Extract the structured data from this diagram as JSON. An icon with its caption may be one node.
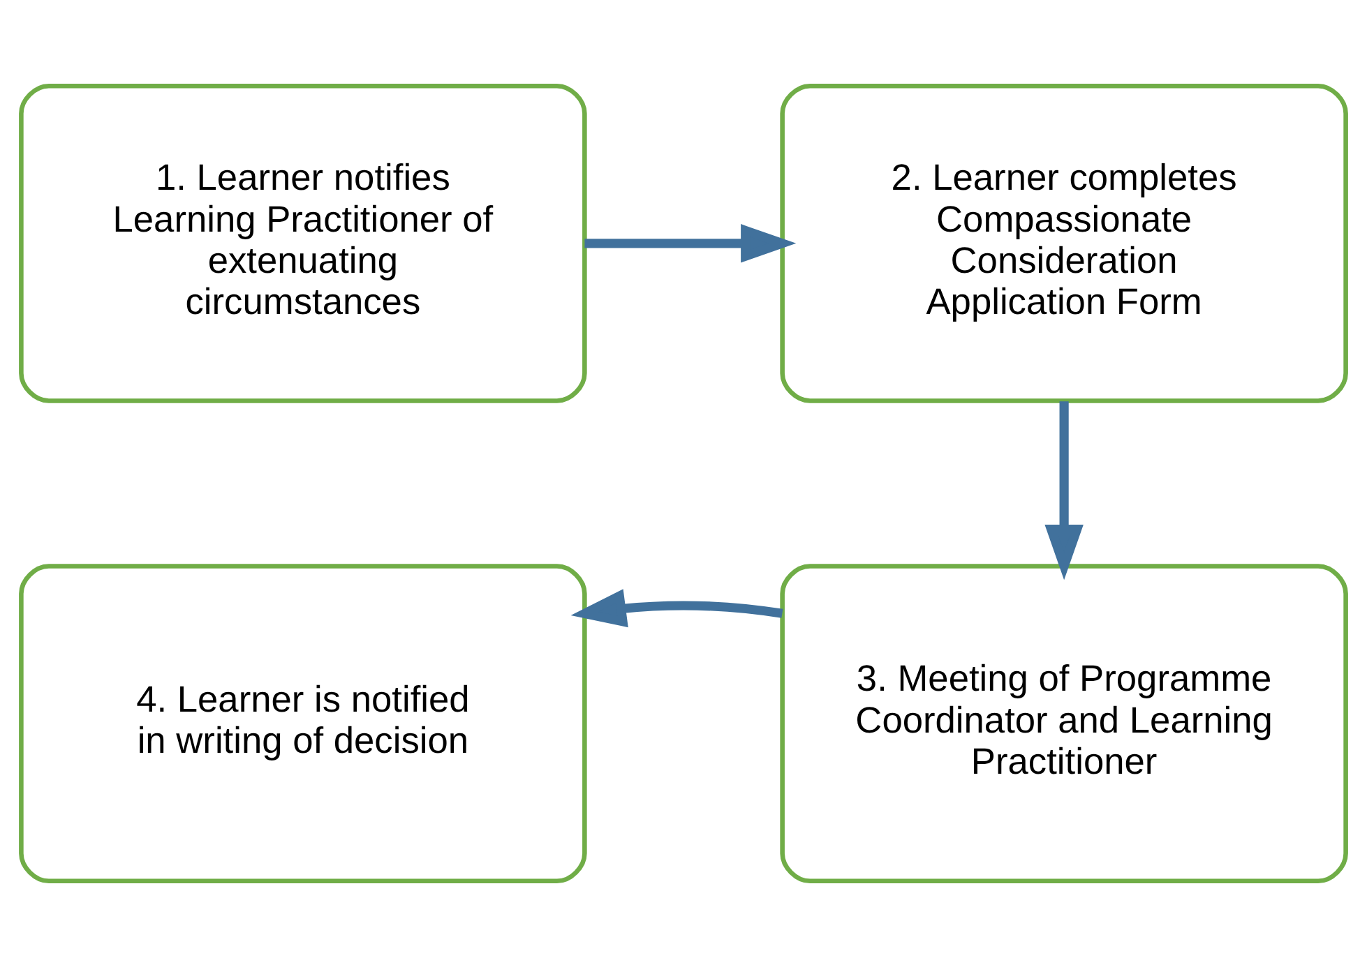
{
  "diagram": {
    "nodes": [
      {
        "text": [
          "1. Learner notifies Learning Practitioner of extenuating circumstances"
        ]
      },
      {
        "text": [
          "2. Learner completes Compassionate Consideration Application Form"
        ]
      },
      {
        "text": [
          "3. Meeting of Programme Coordinator and Learning Practitioner"
        ]
      },
      {
        "text": [
          "4. Learner is notified in writing of decision"
        ]
      }
    ],
    "edges": [
      {
        "from": 0,
        "to": 1,
        "arrow": "to"
      },
      {
        "from": 1,
        "to": 2,
        "arrow": "to"
      },
      {
        "from": 2,
        "to": 3,
        "arrow": "to"
      }
    ]
  }
}
